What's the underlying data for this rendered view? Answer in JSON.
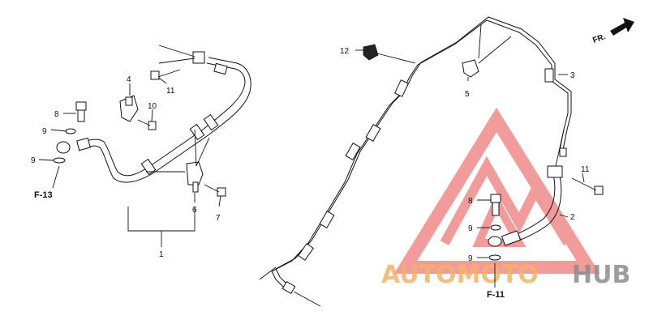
{
  "callouts": {
    "c1": "1",
    "c2": "2",
    "c3": "3",
    "c4": "4",
    "c5": "5",
    "c6": "6",
    "c7": "7",
    "c8_left": "8",
    "c8_right": "8",
    "c9_left_a": "9",
    "c9_left_b": "9",
    "c9_right_a": "9",
    "c9_right_b": "9",
    "c10": "10",
    "c11_left": "11",
    "c11_right": "11",
    "c12": "12"
  },
  "refs": {
    "f13": "F-13",
    "f11": "F-11"
  },
  "direction": {
    "label": "FR."
  },
  "watermark": {
    "part1": "AUTOMOTO",
    "part2": "HUB",
    "colors": {
      "triangle": "#e84a4a",
      "auto": "#f2b36a",
      "hub": "#8c8c8c"
    }
  }
}
